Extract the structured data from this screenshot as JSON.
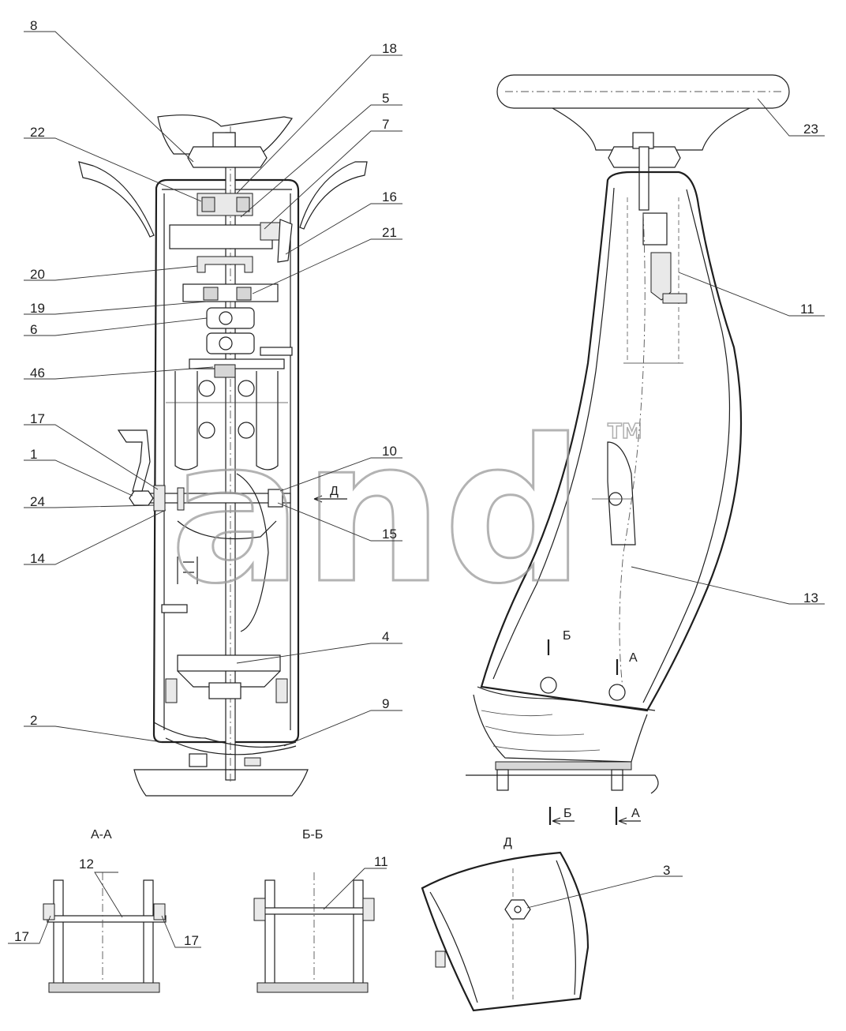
{
  "watermark": {
    "text": "and",
    "trademark": "TM"
  },
  "section_titles": {
    "aa": "А-А",
    "bb": "Б-Б",
    "d": "Д"
  },
  "view_marks": {
    "d_arrow": "Д",
    "b_mark": "Б",
    "a_mark": "А",
    "b_bottom": "Б",
    "a_bottom": "А"
  },
  "callouts": {
    "c1": "1",
    "c2": "2",
    "c3": "3",
    "c4": "4",
    "c5": "5",
    "c6": "6",
    "c7": "7",
    "c8": "8",
    "c9": "9",
    "c10": "10",
    "c11a": "11",
    "c11b": "11",
    "c12": "12",
    "c13": "13",
    "c14": "14",
    "c15": "15",
    "c16": "16",
    "c17a": "17",
    "c17b": "17",
    "c17c": "17",
    "c18": "18",
    "c19": "19",
    "c20": "20",
    "c21": "21",
    "c22": "22",
    "c23": "23",
    "c24": "24",
    "c46": "46"
  }
}
